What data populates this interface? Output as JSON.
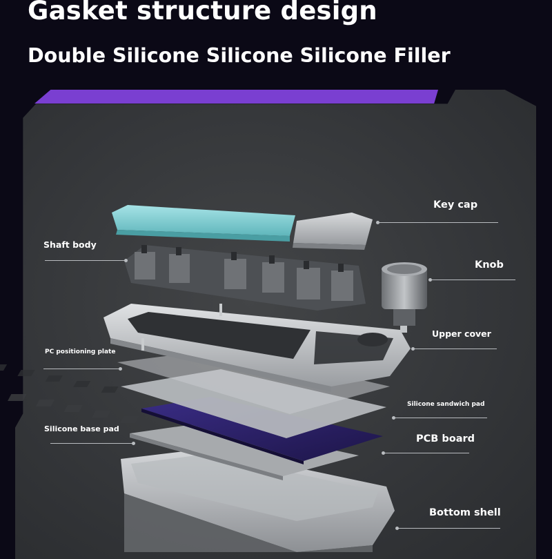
{
  "header": {
    "title": "Gasket structure design",
    "subtitle": "Double Silicone Silicone Silicone Filler"
  },
  "colors": {
    "background": "#0b0916",
    "accent": "#7a3fd1",
    "panel": "#3a3c3f",
    "keycap_teal": "#8fd6d9",
    "keycap_grey": "#c9cccf",
    "pcb": "#2a1f63"
  },
  "labels": {
    "key_cap": "Key cap",
    "shaft_body": "Shaft body",
    "knob": "Knob",
    "upper_cover": "Upper cover",
    "pc_positioning_plate": "PC positioning plate",
    "silicone_sandwich_pad": "Silicone sandwich pad",
    "silicone_base_pad": "Silicone base pad",
    "pcb_board": "PCB board",
    "bottom_shell": "Bottom shell"
  }
}
